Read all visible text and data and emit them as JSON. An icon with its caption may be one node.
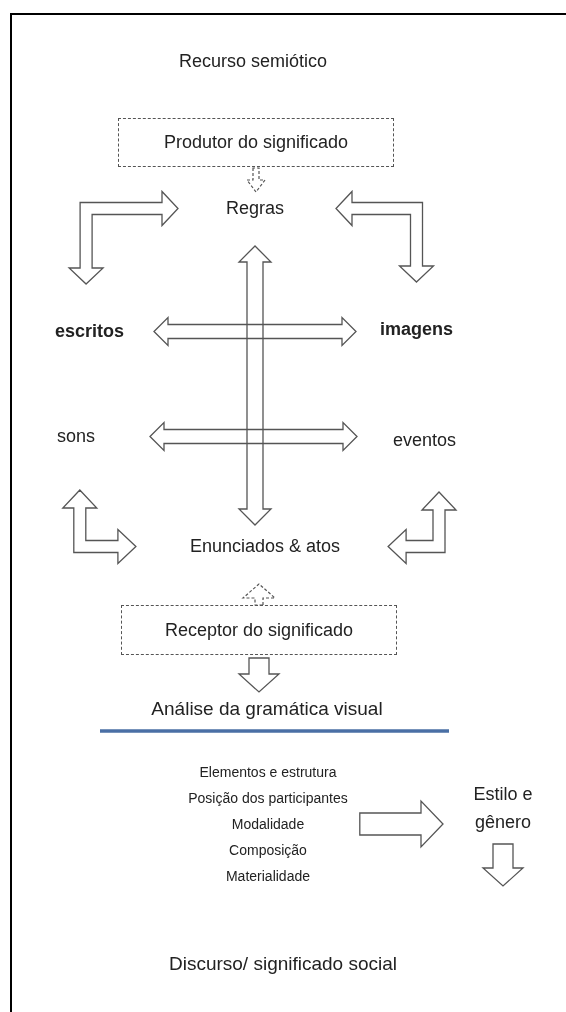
{
  "diagram": {
    "title": "Recurso semiótico",
    "nodes": [
      {
        "text": [
          "Produtor do significado"
        ]
      },
      {
        "text": [
          "Regras"
        ]
      },
      {
        "text": [
          "escritos"
        ]
      },
      {
        "text": [
          "imagens"
        ]
      },
      {
        "text": [
          "sons"
        ]
      },
      {
        "text": [
          "eventos"
        ]
      },
      {
        "text": [
          "Enunciados & atos"
        ]
      },
      {
        "text": [
          "Receptor do significado"
        ]
      },
      {
        "text": [
          "Análise da gramática visual"
        ]
      },
      {
        "text": [
          "Elementos e estrutura",
          "Posição dos participantes",
          "Modalidade",
          "Composição",
          "Materialidade"
        ]
      },
      {
        "text": [
          "Estilo e gênero"
        ]
      },
      {
        "text": [
          "Discurso/ significado social"
        ]
      }
    ],
    "edges": [
      {
        "from": 0,
        "to": 1,
        "arrow": "to",
        "style": "dashed"
      },
      {
        "from": 2,
        "to": 1,
        "arrow": "both"
      },
      {
        "from": 3,
        "to": 1,
        "arrow": "both"
      },
      {
        "from": 1,
        "to": 6,
        "arrow": "both"
      },
      {
        "from": 2,
        "to": 3,
        "arrow": "both"
      },
      {
        "from": 4,
        "to": 5,
        "arrow": "both"
      },
      {
        "from": 4,
        "to": 6,
        "arrow": "both"
      },
      {
        "from": 5,
        "to": 6,
        "arrow": "both"
      },
      {
        "from": 7,
        "to": 6,
        "arrow": "to",
        "style": "dashed"
      },
      {
        "from": 7,
        "to": 8,
        "arrow": "to"
      },
      {
        "from": 9,
        "to": 10,
        "arrow": "to"
      },
      {
        "from": 10,
        "to": null,
        "arrow": "to"
      }
    ]
  }
}
